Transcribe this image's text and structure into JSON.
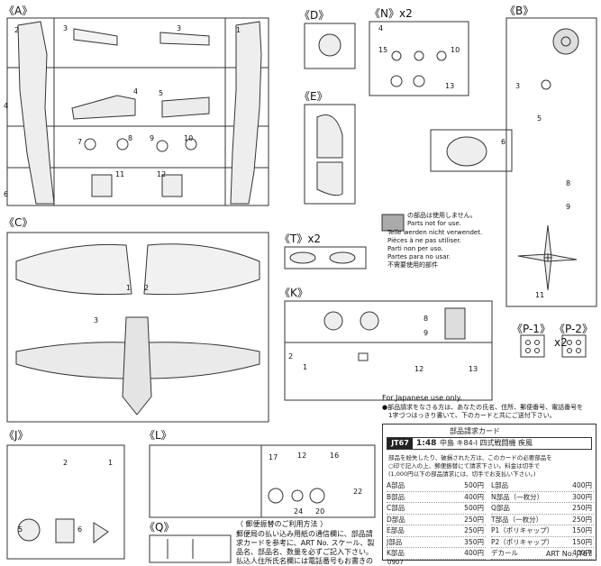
{
  "sprues": {
    "a": "《A》",
    "b": "《B》",
    "c": "《C》",
    "d": "《D》",
    "e": "《E》",
    "n": "《N》x2",
    "t": "《T》x2",
    "k": "《K》",
    "j": "《J》",
    "l": "《L》",
    "q": "《Q》",
    "p1": "《P-1》",
    "p2": "《P-2》x2"
  },
  "not_used": {
    "jp": "の部品は使用しません。",
    "en": "Parts not for use.",
    "de": "Teile werden nicht verwendet.",
    "fr": "Pièces à ne pas utiliser.",
    "it": "Parti non per uso.",
    "es": "Partes para no usar.",
    "cn": "不需要使用的部件"
  },
  "card": {
    "japan_only": "For Japanese use only.",
    "instruction": "●部品請求をなさる方は、あなたの氏名、住所、郵便番号、電話番号を",
    "instruction2": "　1字づつはっきり書いて、下のカードと共にご送付下さい。",
    "title": "部品請求カード",
    "code": "JT67",
    "scale": "1:48",
    "name": "中島 キ84-I 四式戦闘機 疾風",
    "note1": "部品を紛失したり、破損された方は、このカードの必要部品を",
    "note2": "○印で記入の上、郵便振替にて請求下さい。料金は切手で",
    "note3": "(1,000円以下の部品請求には、切手でお支払い下さい。)",
    "parts_left": [
      {
        "name": "A部品",
        "price": "500円"
      },
      {
        "name": "B部品",
        "price": "400円"
      },
      {
        "name": "C部品",
        "price": "500円"
      },
      {
        "name": "D部品",
        "price": "250円"
      },
      {
        "name": "E部品",
        "price": "250円"
      },
      {
        "name": "J部品",
        "price": "350円"
      },
      {
        "name": "K部品",
        "price": "400円"
      }
    ],
    "parts_right": [
      {
        "name": "L部品",
        "price": "400円"
      },
      {
        "name": "N部品（一枚分）",
        "price": "300円"
      },
      {
        "name": "Q部品",
        "price": "250円"
      },
      {
        "name": "T部品（一枚分）",
        "price": "250円"
      },
      {
        "name": "P1（ポリキャップ）",
        "price": "150円"
      },
      {
        "name": "P2（ポリキャップ）",
        "price": "150円"
      },
      {
        "name": "デカール",
        "price": "400円"
      }
    ],
    "art_no": "ART No. JT67"
  },
  "postal": {
    "title": "（ 郵便振替のご利用方法 ）",
    "l1": "郵便局の払い込み用紙の通信欄に、部品請",
    "l2": "求カードを参考に、ART No. スケール、製",
    "l3": "品名、部品名、数量を必ずご記入下さい。",
    "l4": "払込人住所氏名欄には電話番号もお書きの"
  },
  "footer_code": "0907"
}
